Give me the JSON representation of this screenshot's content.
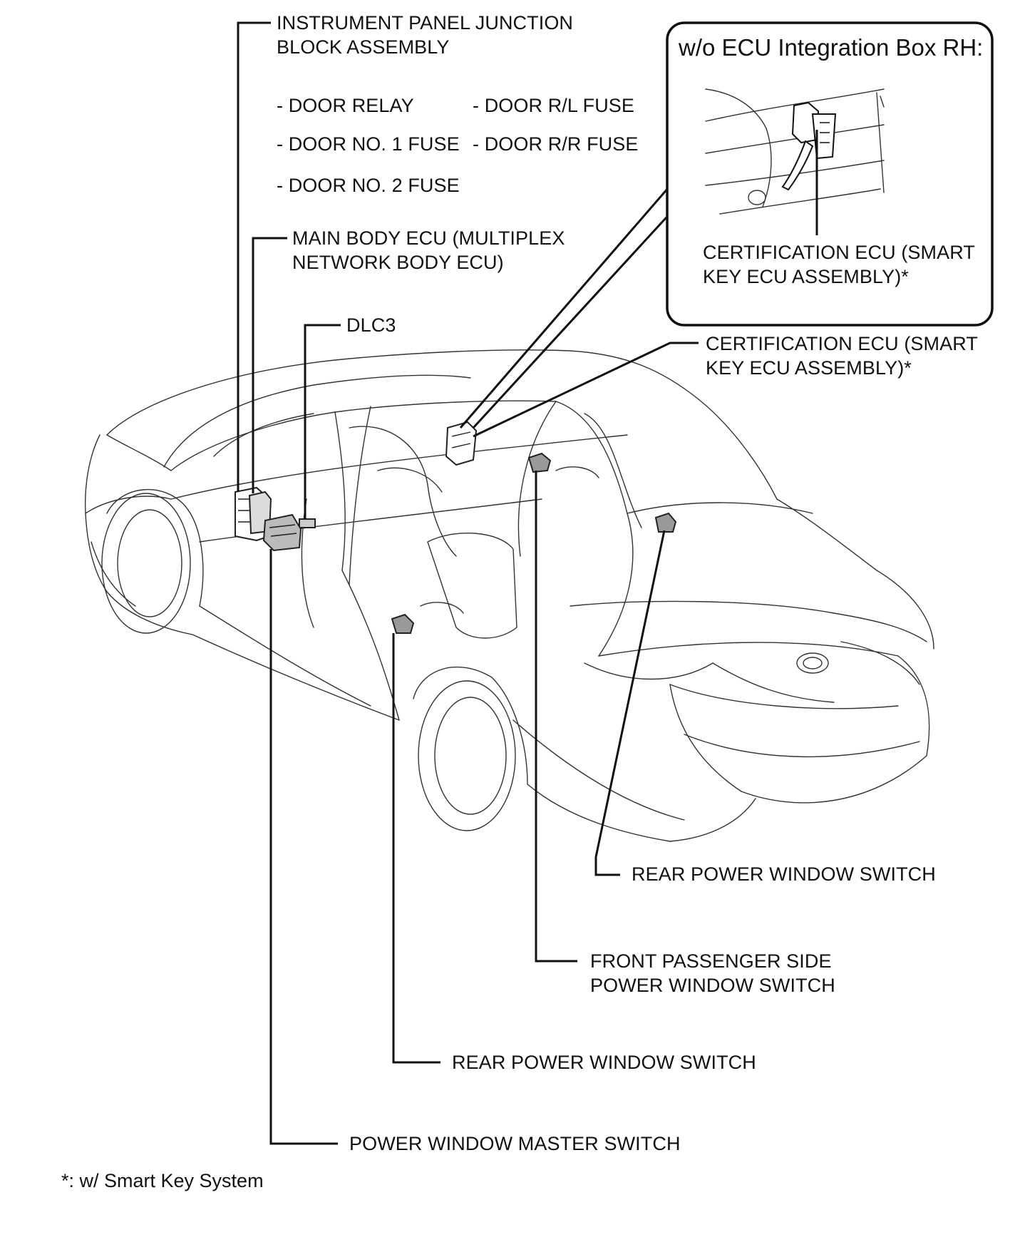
{
  "inset": {
    "title": "w/o ECU Integration Box RH:",
    "label_line1": "CERTIFICATION ECU (SMART",
    "label_line2": "KEY ECU ASSEMBLY)*"
  },
  "labels": {
    "junction_block_line1": "INSTRUMENT PANEL JUNCTION",
    "junction_block_line2": "BLOCK ASSEMBLY",
    "door_relay": "- DOOR RELAY",
    "door_rl_fuse": "- DOOR R/L FUSE",
    "door_no1_fuse": "- DOOR NO. 1 FUSE",
    "door_rr_fuse": "- DOOR R/R FUSE",
    "door_no2_fuse": "- DOOR NO. 2 FUSE",
    "main_body_ecu_line1": "MAIN BODY ECU (MULTIPLEX",
    "main_body_ecu_line2": "NETWORK BODY ECU)",
    "dlc3": "DLC3",
    "certification_ecu_line1": "CERTIFICATION ECU (SMART",
    "certification_ecu_line2": "KEY ECU ASSEMBLY)*",
    "rear_power_window_switch_right": "REAR POWER WINDOW SWITCH",
    "front_passenger_line1": "FRONT PASSENGER SIDE",
    "front_passenger_line2": "POWER WINDOW SWITCH",
    "rear_power_window_switch_left": "REAR POWER WINDOW SWITCH",
    "power_window_master_switch": "POWER WINDOW MASTER SWITCH"
  },
  "footnote": "*: w/ Smart Key System"
}
